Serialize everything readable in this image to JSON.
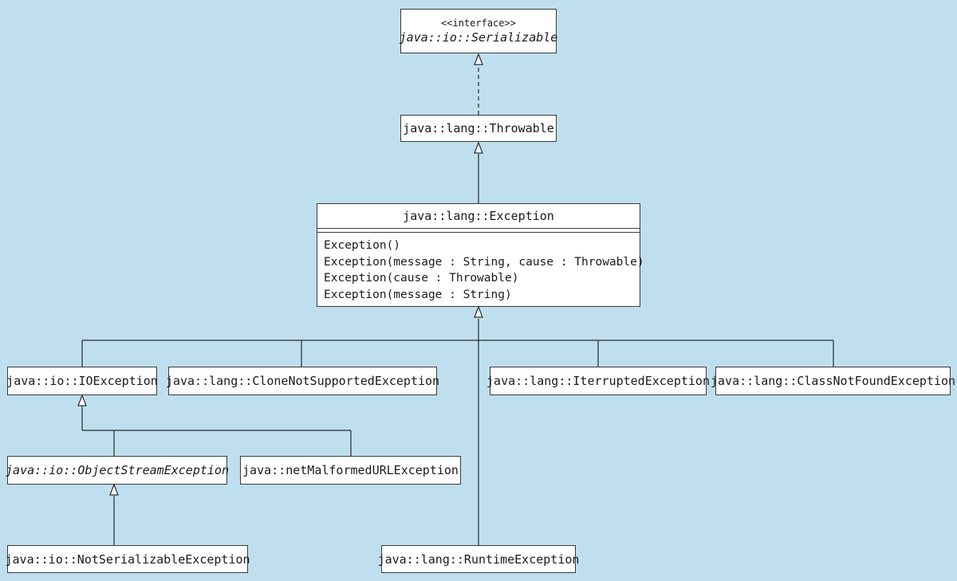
{
  "diagram": {
    "serializable": {
      "stereotype": "<<interface>>",
      "name": "java::io::Serializable"
    },
    "throwable": {
      "name": "java::lang::Throwable"
    },
    "exception": {
      "name": "java::lang::Exception",
      "operations": [
        "Exception()",
        "Exception(message : String, cause : Throwable)",
        "Exception(cause : Throwable)",
        "Exception(message : String)"
      ]
    },
    "ioexception": {
      "name": "java::io::IOException"
    },
    "clonenotsupported": {
      "name": "java::lang::CloneNotSupportedException"
    },
    "interrupted": {
      "name": "java::lang::IterruptedException"
    },
    "classnotfound": {
      "name": "java::lang::ClassNotFoundException"
    },
    "objectstream": {
      "name": "java::io::ObjectStreamException"
    },
    "malformedurl": {
      "name": "java::netMalformedURLException"
    },
    "notserializable": {
      "name": "java::io::NotSerializableException"
    },
    "runtime": {
      "name": "java::lang::RuntimeException"
    }
  }
}
